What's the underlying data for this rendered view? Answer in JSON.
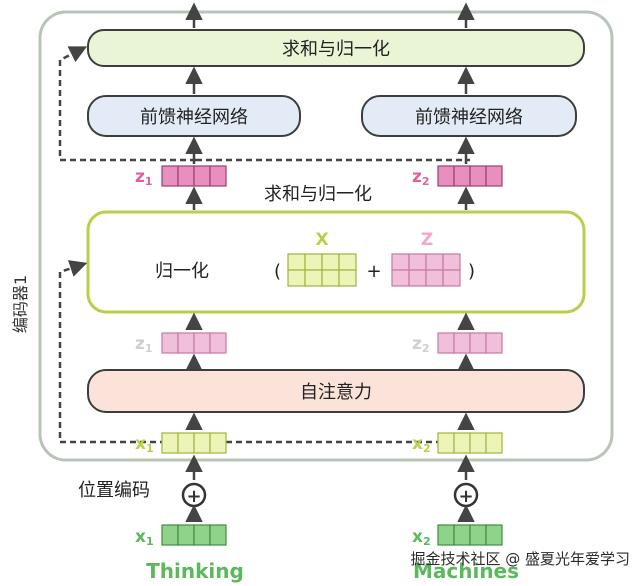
{
  "diagram": {
    "encoder_label": "编码器1",
    "add_norm_top": "求和与归一化",
    "ffn_left": "前馈神经网络",
    "ffn_right": "前馈神经网络",
    "z1_top": "z",
    "z1_top_sub": "1",
    "z2_top": "z",
    "z2_top_sub": "2",
    "add_norm_mid_caption": "求和与归一化",
    "norm_label": "归一化",
    "paren_open": "(",
    "plus": "+",
    "paren_close": ")",
    "x_label": "X",
    "z_label": "Z",
    "z1_mid": "z",
    "z1_mid_sub": "1",
    "z2_mid": "z",
    "z2_mid_sub": "2",
    "self_attention": "自注意力",
    "x1_enc": "x",
    "x1_enc_sub": "1",
    "x2_enc": "x",
    "x2_enc_sub": "2",
    "pos_enc": "位置编码",
    "plus_symbol": "+",
    "x1_in": "x",
    "x1_in_sub": "1",
    "x2_in": "x",
    "x2_in_sub": "2",
    "word_left": "Thinking",
    "word_right": "Machines",
    "watermark": "掘金技术社区 @ 盛夏光年爱学习"
  },
  "colors": {
    "encoder_border": "#b9c4b9",
    "add_norm_fill": "#eaf5d6",
    "add_norm_border": "#3d3d3d",
    "ffn_fill": "#e3ecf6",
    "self_attn_fill": "#fbe3da",
    "norm_border": "#b8cf4a",
    "z_fill": "#e78fbf",
    "z_light_fill": "#f2bfdb",
    "x_fill": "#eef4b8",
    "x_border": "#9fb63a",
    "x_in_fill": "#8fd38a",
    "x_in_text": "#5cb85c",
    "arrow": "#444444"
  }
}
